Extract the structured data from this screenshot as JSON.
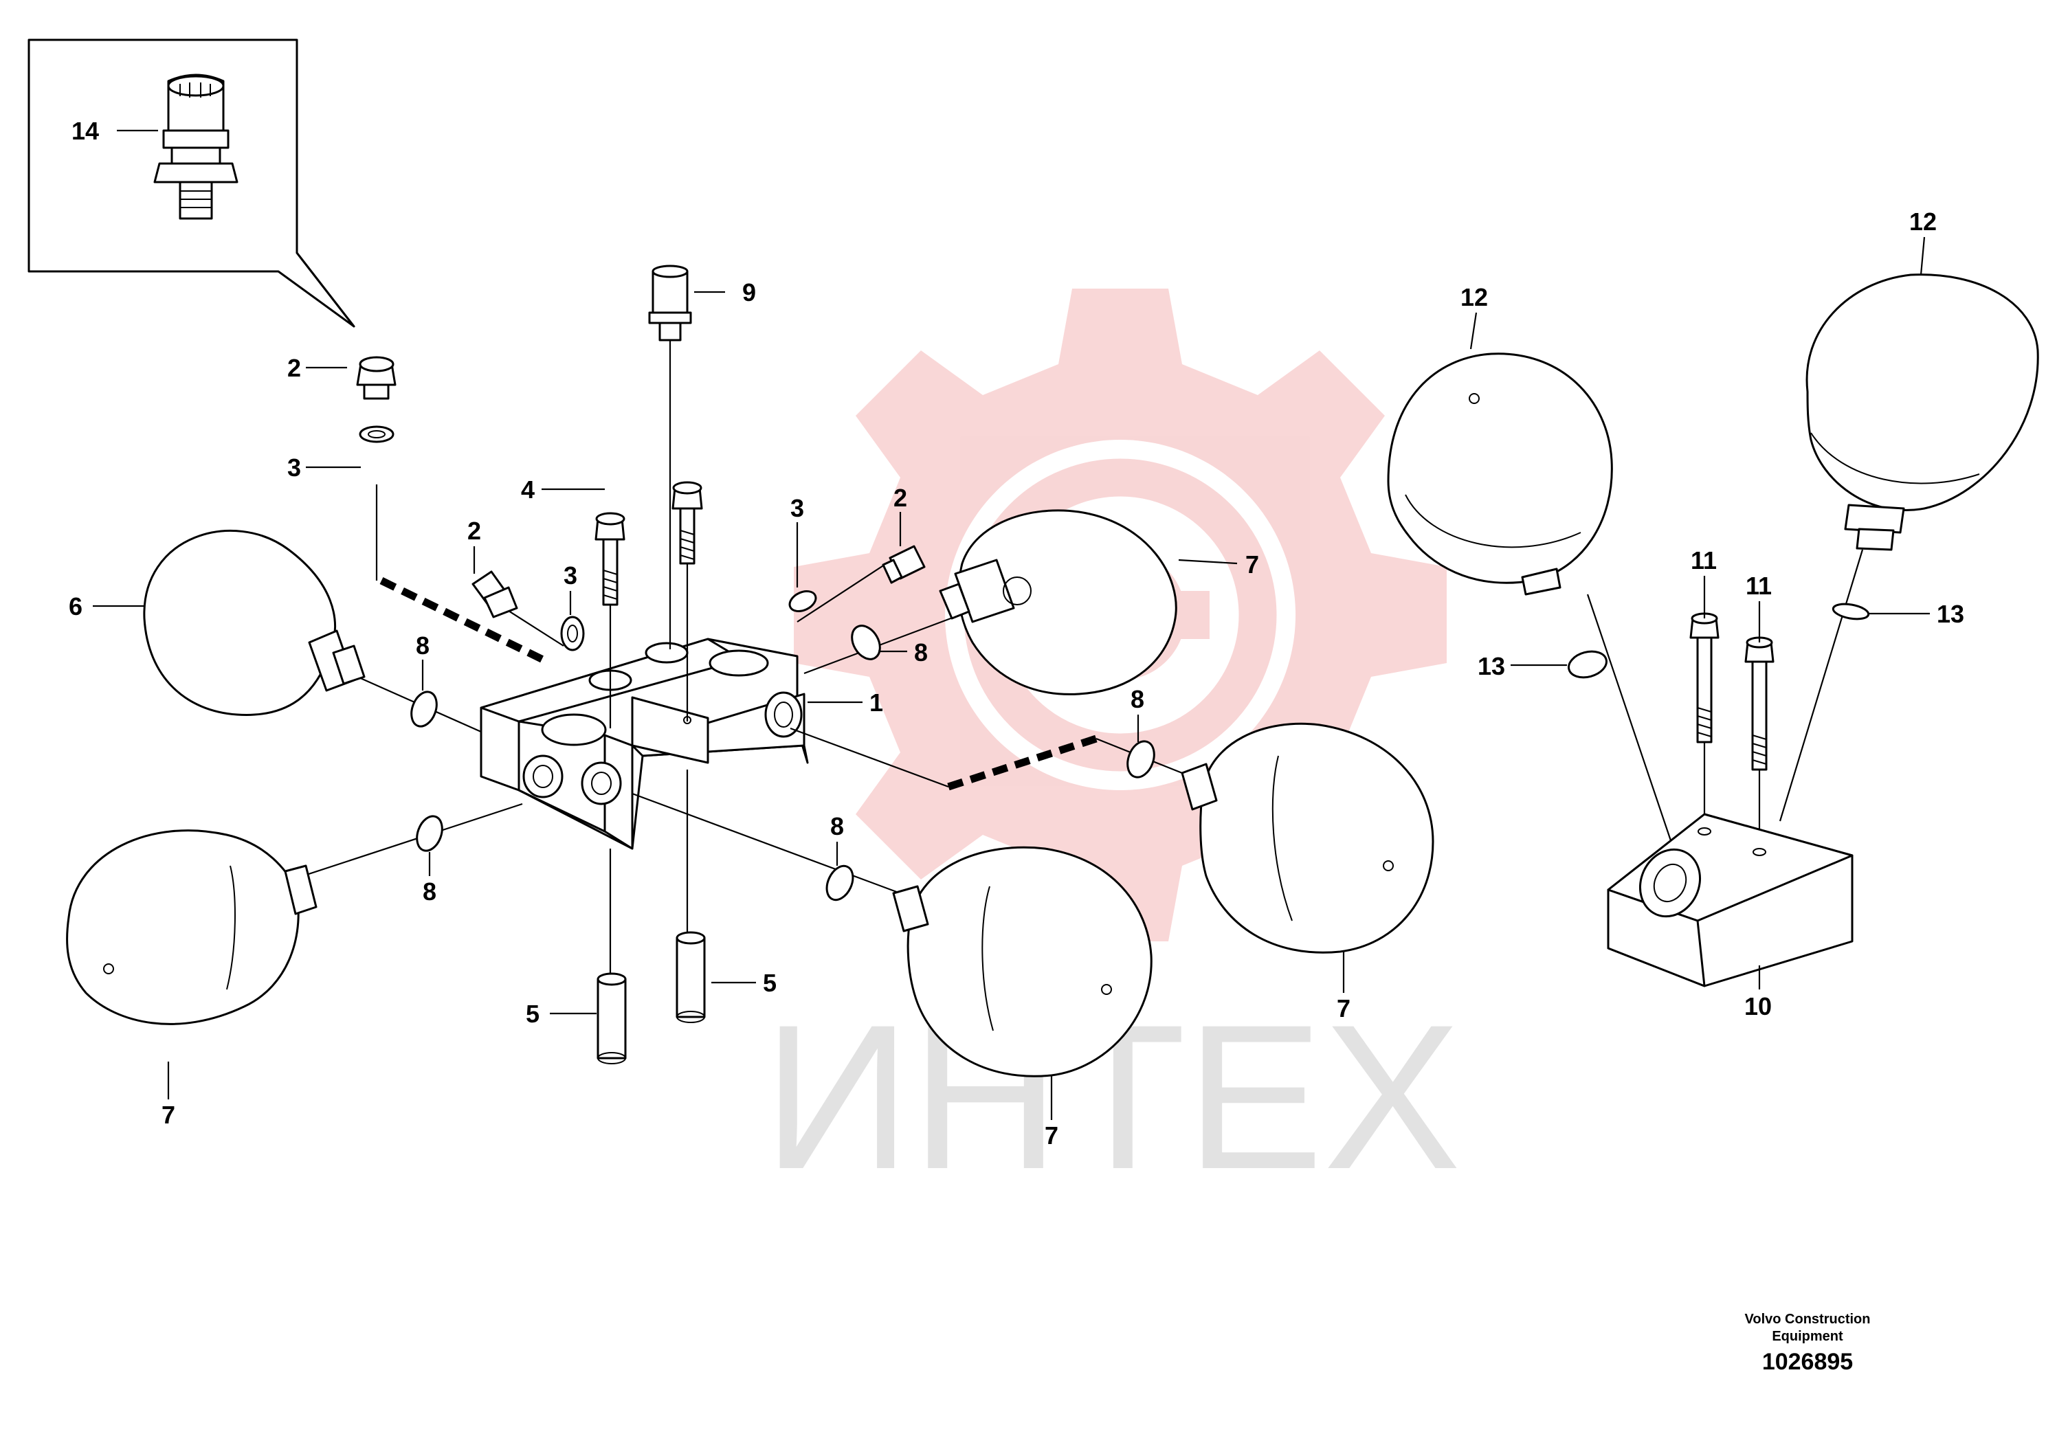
{
  "colors": {
    "ink": "#000000",
    "watermark_gear": "#f4b6b6",
    "watermark_text": "#d9d9d9"
  },
  "watermark": {
    "text": "ИНТЕХ"
  },
  "callouts": {
    "c1": "1",
    "c2a": "2",
    "c2b": "2",
    "c2c": "2",
    "c3a": "3",
    "c3b": "3",
    "c3c": "3",
    "c4": "4",
    "c5a": "5",
    "c5b": "5",
    "c6": "6",
    "c7a": "7",
    "c7b": "7",
    "c7c": "7",
    "c7d": "7",
    "c8a": "8",
    "c8b": "8",
    "c8c": "8",
    "c8d": "8",
    "c8e": "8",
    "c9": "9",
    "c10": "10",
    "c11a": "11",
    "c11b": "11",
    "c12a": "12",
    "c12b": "12",
    "c13a": "13",
    "c13b": "13",
    "c14": "14"
  },
  "credit": {
    "line1": "Volvo Construction",
    "line2": "Equipment",
    "number": "1026895"
  }
}
